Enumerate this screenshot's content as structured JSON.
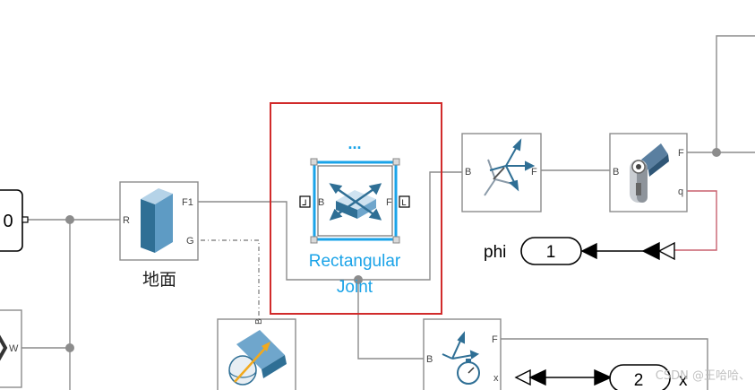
{
  "diagram": {
    "blocks": {
      "const_block": {
        "value": "0"
      },
      "ground": {
        "name": "地面",
        "port_r": "R",
        "port_f1": "F1",
        "port_g": "G"
      },
      "selected_joint": {
        "name_line1": "Rectangular",
        "name_line2": "Joint",
        "ellipsis": "...",
        "port_b": "B",
        "port_f": "F"
      },
      "transform": {
        "port_b": "B",
        "port_f": "F"
      },
      "revolute": {
        "port_b": "B",
        "port_f": "F",
        "port_q": "q"
      },
      "lower_left": {
        "port_w": "W"
      },
      "lower_sensor": {
        "port_b": "B"
      },
      "transform_sensor": {
        "port_b": "B",
        "port_f": "F",
        "port_x": "x"
      }
    },
    "outports": [
      {
        "label": "phi",
        "number": "1"
      },
      {
        "label": "x",
        "number": "2"
      }
    ],
    "colors": {
      "selection": "#d12b2b",
      "highlight_blue": "#1aa3e8",
      "line": "#8c8c8c",
      "signal_line": "#c8606e"
    }
  },
  "watermark": "CSDN @王哈哈、"
}
